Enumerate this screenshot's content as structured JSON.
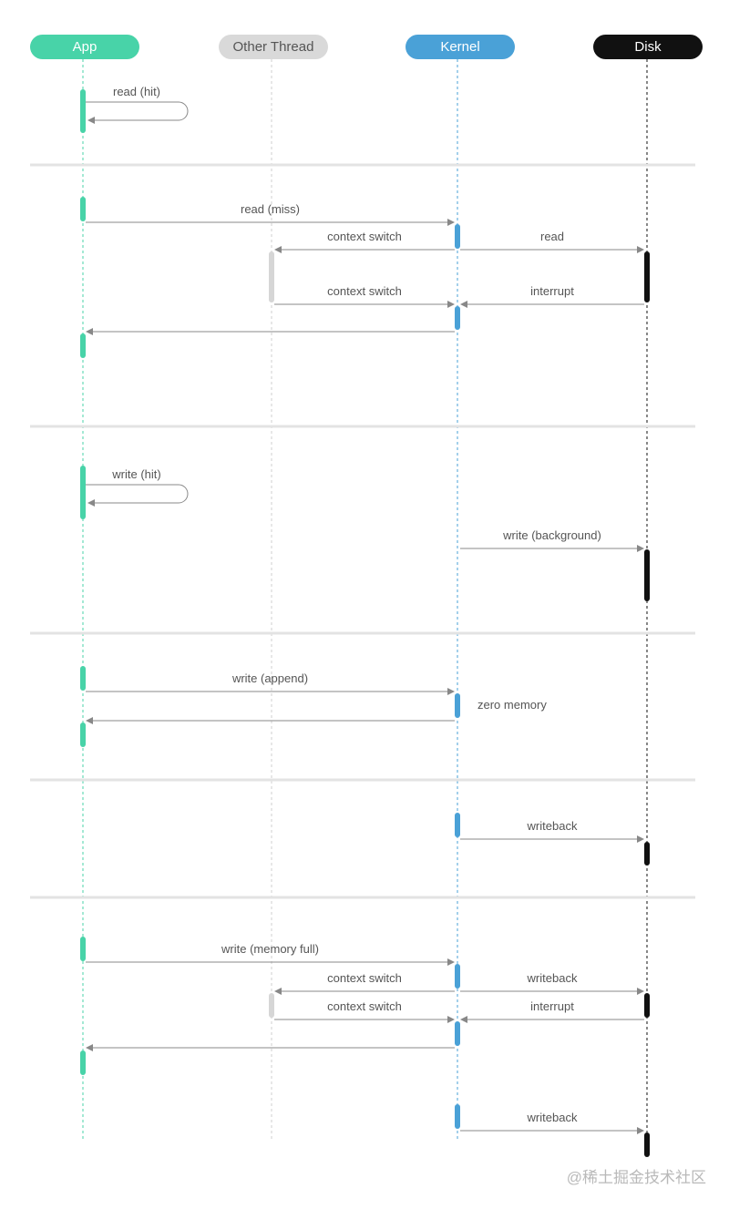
{
  "participants": [
    {
      "id": "app",
      "label": "App",
      "color": "#48d3a8"
    },
    {
      "id": "other",
      "label": "Other Thread",
      "color": "#d9d9d9"
    },
    {
      "id": "kernel",
      "label": "Kernel",
      "color": "#4aa1d7"
    },
    {
      "id": "disk",
      "label": "Disk",
      "color": "#111111"
    }
  ],
  "messages": [
    {
      "key": "read_hit",
      "label": "read (hit)"
    },
    {
      "key": "read_miss",
      "label": "read (miss)"
    },
    {
      "key": "ctx1",
      "label": "context switch"
    },
    {
      "key": "read_disk",
      "label": "read"
    },
    {
      "key": "ctx2",
      "label": "context switch"
    },
    {
      "key": "interrupt1",
      "label": "interrupt"
    },
    {
      "key": "write_hit",
      "label": "write (hit)"
    },
    {
      "key": "write_bg",
      "label": "write (background)"
    },
    {
      "key": "write_append",
      "label": "write (append)"
    },
    {
      "key": "zero_memory",
      "label": "zero memory"
    },
    {
      "key": "writeback1",
      "label": "writeback"
    },
    {
      "key": "write_full",
      "label": "write (memory full)"
    },
    {
      "key": "ctx3",
      "label": "context switch"
    },
    {
      "key": "writeback2",
      "label": "writeback"
    },
    {
      "key": "ctx4",
      "label": "context switch"
    },
    {
      "key": "interrupt2",
      "label": "interrupt"
    },
    {
      "key": "writeback3",
      "label": "writeback"
    }
  ],
  "watermark": "@稀土掘金技术社区"
}
